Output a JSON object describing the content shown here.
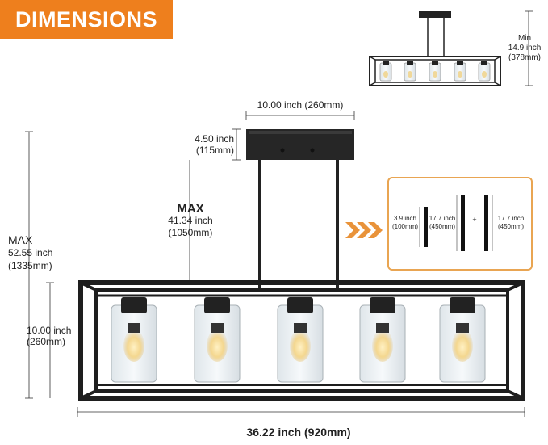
{
  "badge": {
    "title": "DIMENSIONS",
    "color": "#ee7f1d"
  },
  "thumbnail": {
    "min_label": "Min",
    "min_inch": "14.9 inch",
    "min_mm": "(378mm)"
  },
  "canopy": {
    "width_inch": "10.00 inch (260mm)",
    "height_inch": "4.50 inch",
    "height_mm": "(115mm)"
  },
  "rod": {
    "max_label": "MAX",
    "length_inch": "41.34 inch",
    "length_mm": "(1050mm)"
  },
  "overall": {
    "max_label": "MAX",
    "height_inch": "52.55 inch",
    "height_mm": "(1335mm)"
  },
  "frame": {
    "height_inch": "10.00 inch",
    "height_mm": "(260mm)",
    "width_label": "36.22 inch (920mm)"
  },
  "rods_inset": {
    "arrows": "›››",
    "rod1_inch": "3.9 inch",
    "rod1_mm": "(100mm)",
    "rod2_inch": "17.7 inch",
    "rod2_mm": "(450mm)",
    "plus": "+",
    "rod3_inch": "17.7 inch",
    "rod3_mm": "(450mm)",
    "accent": "#e9a552"
  }
}
